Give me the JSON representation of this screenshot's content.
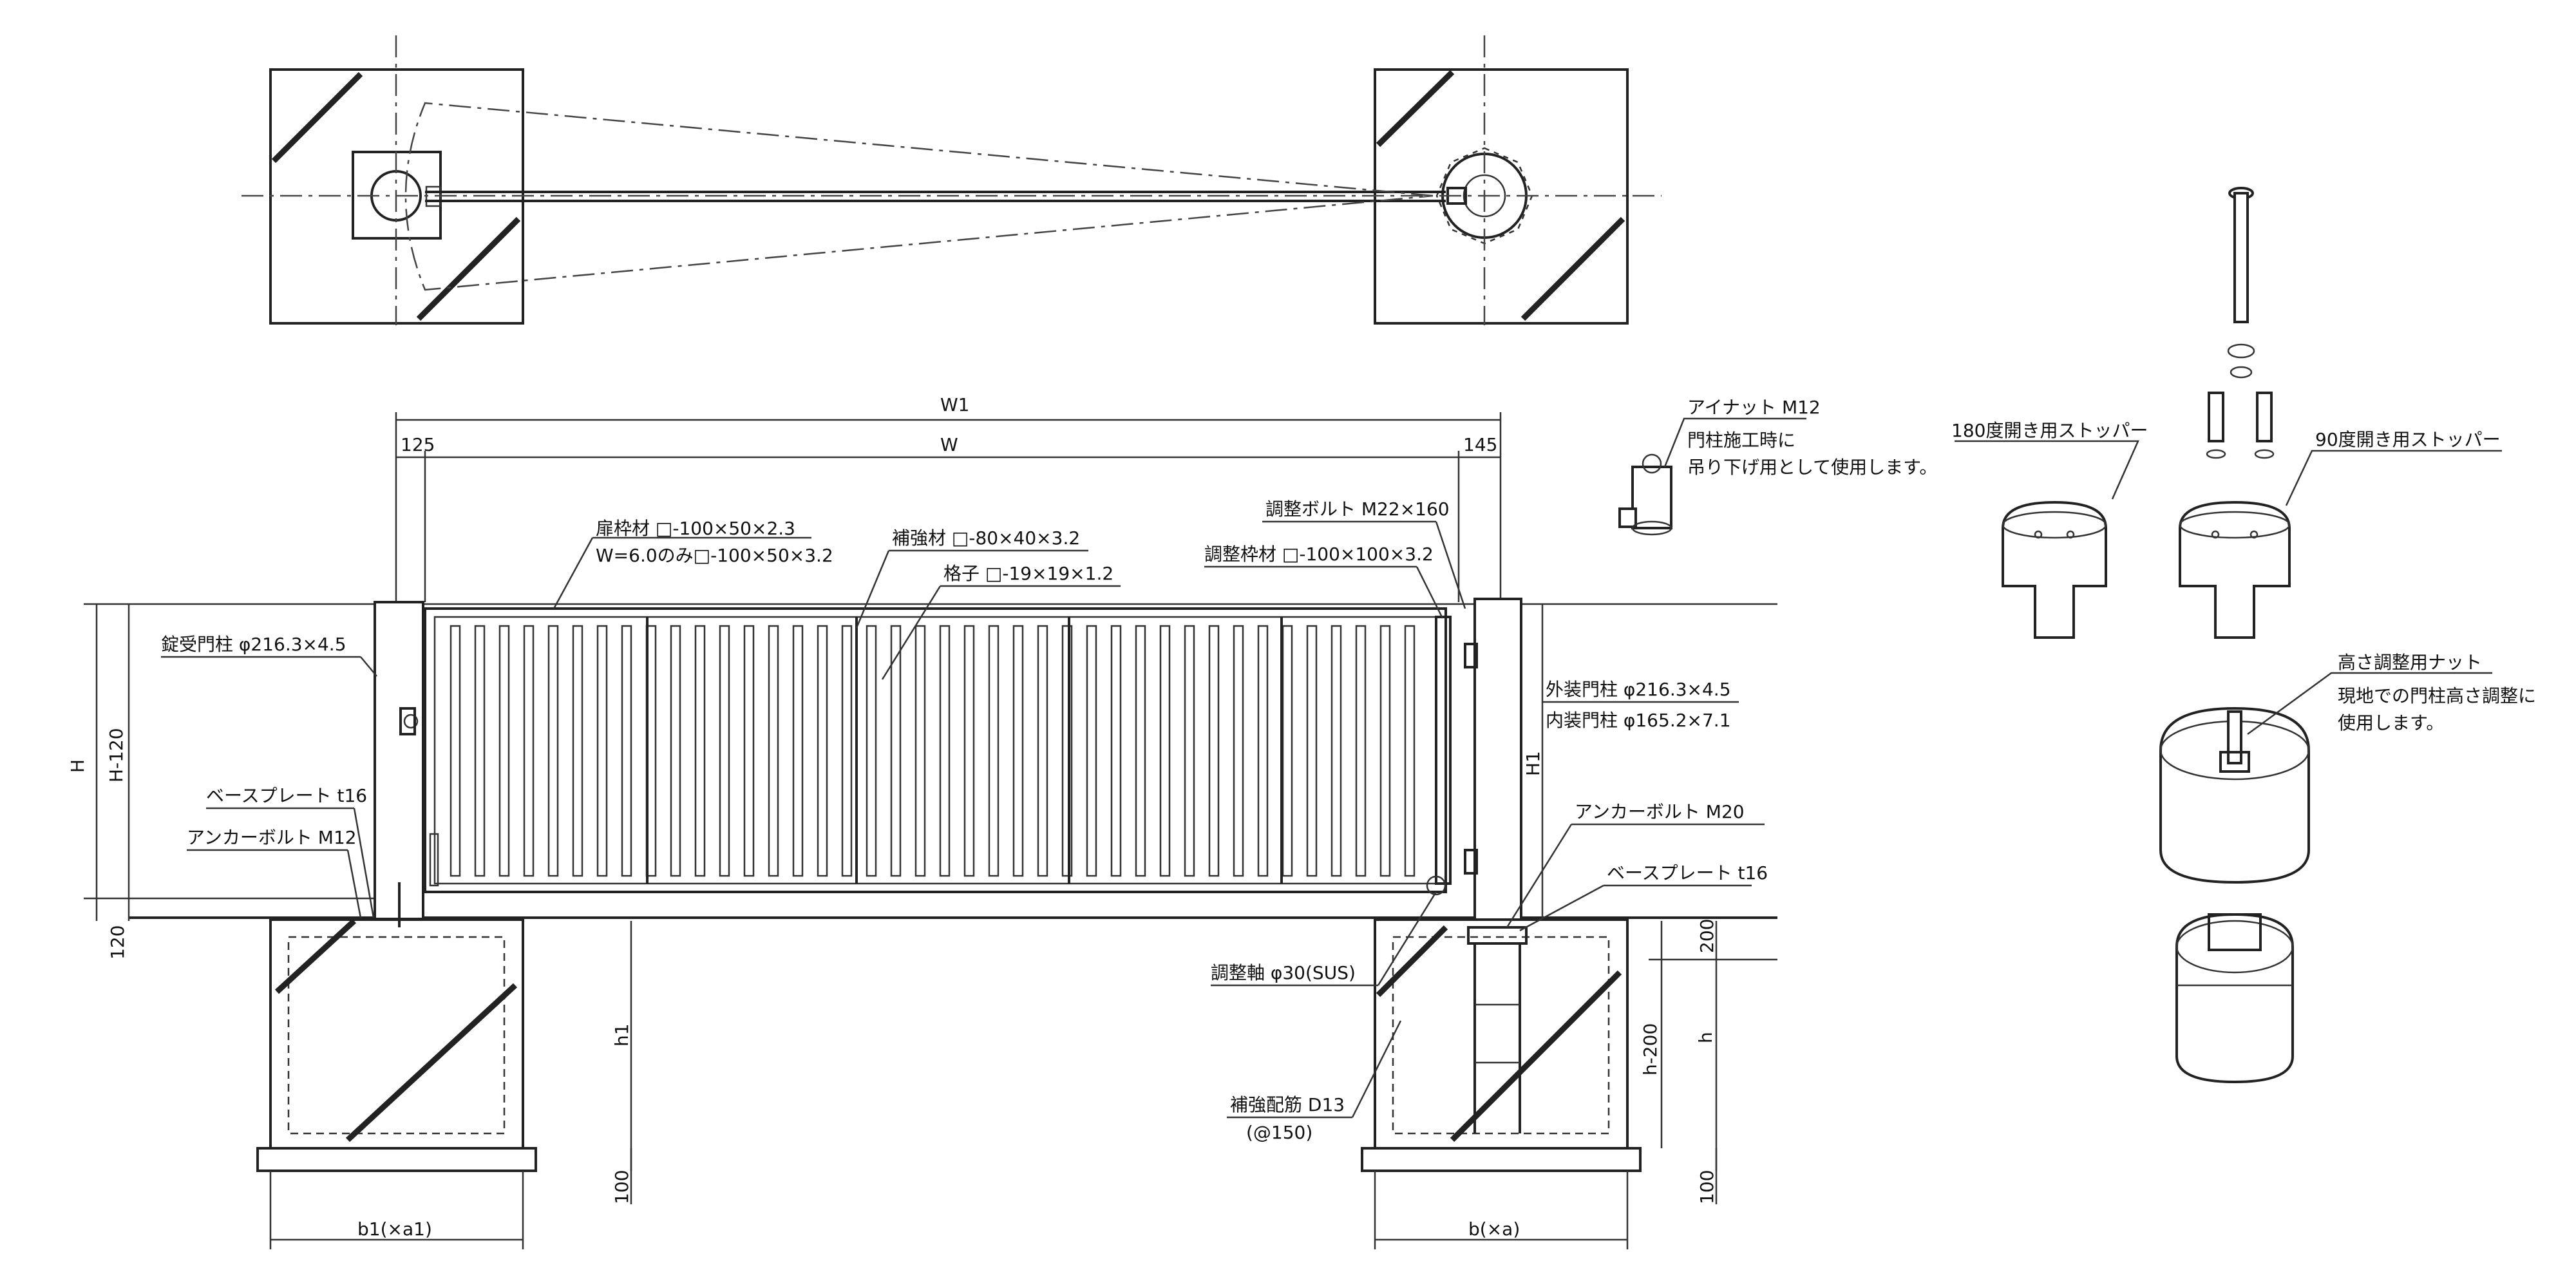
{
  "dimensions": {
    "W1": "W1",
    "W": "W",
    "left_offset": "125",
    "right_offset": "145",
    "H": "H",
    "H_minus_120": "H-120",
    "H1": "H1",
    "base_120": "120",
    "h1": "h1",
    "h": "h",
    "h_minus_200": "h-200",
    "depth_200": "200",
    "left_100": "100",
    "right_100": "100",
    "b1": "b1(×a1)",
    "b": "b(×a)"
  },
  "labels": {
    "frame": "扉枠材 □-100×50×2.3",
    "frame_w6": "W=6.0のみ□-100×50×3.2",
    "reinforce": "補強材 □-80×40×3.2",
    "lattice": "格子 □-19×19×1.2",
    "adjust_bolt": "調整ボルト M22×160",
    "adjust_frame": "調整枠材 □-100×100×3.2",
    "latch_post": "錠受門柱 φ216.3×4.5",
    "outer_post": "外装門柱 φ216.3×4.5",
    "inner_post": "内装門柱 φ165.2×7.1",
    "base_plate_left": "ベースプレート t16",
    "anchor_left": "アンカーボルト M12",
    "anchor_right": "アンカーボルト M20",
    "base_plate_right": "ベースプレート t16",
    "adjust_shaft": "調整軸 φ30(SUS)",
    "rebar": "補強配筋 D13",
    "rebar_pitch": "(@150)",
    "eye_nut": "アイナット M12",
    "eye_nut_note1": "門柱施工時に",
    "eye_nut_note2": "吊り下げ用として使用します。",
    "stopper_180": "180度開き用ストッパー",
    "stopper_90": "90度開き用ストッパー",
    "height_nut": "高さ調整用ナット",
    "height_nut_note1": "現地での門柱高さ調整に",
    "height_nut_note2": "使用します。"
  }
}
